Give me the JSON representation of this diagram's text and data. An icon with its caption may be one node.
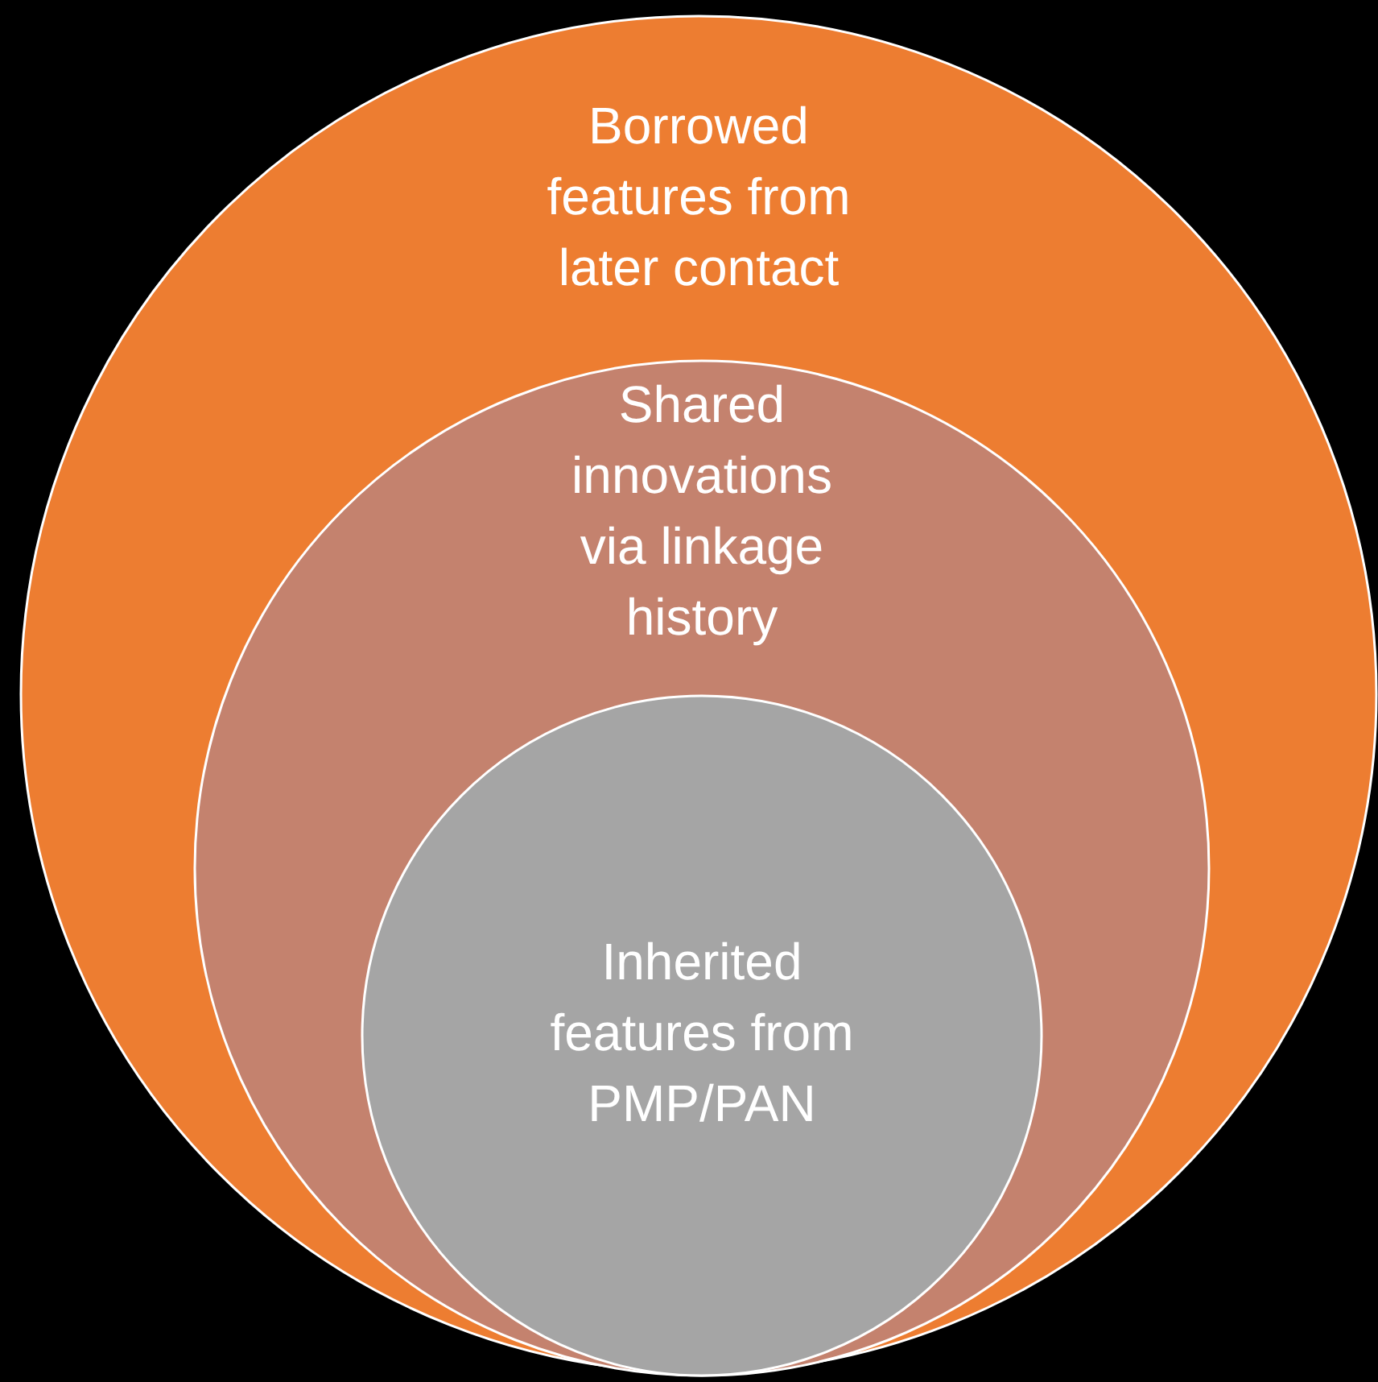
{
  "diagram": {
    "nodes": [
      {
        "text": [
          "Borrowed features from later contact"
        ]
      },
      {
        "text": [
          "Shared innovations via linkage history"
        ],
        "in": 0
      },
      {
        "text": [
          "Inherited features from PMP/PAN"
        ],
        "in": 1
      }
    ]
  }
}
